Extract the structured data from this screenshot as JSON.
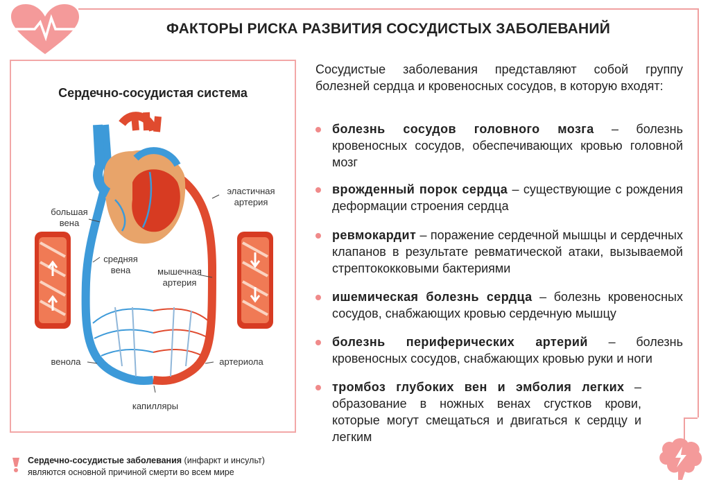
{
  "header": {
    "title": "ФАКТОРЫ РИСКА РАЗВИТИЯ СОСУДИСТЫХ ЗАБОЛЕВАНИЙ"
  },
  "diagram": {
    "title": "Сердечно-сосудистая система",
    "labels": {
      "big_vein": "большая\nвена",
      "mid_vein": "средняя\nвена",
      "elastic_artery": "эластичная\nартерия",
      "muscular_artery": "мышечная\nартерия",
      "venule": "венола",
      "arteriole": "артериола",
      "capillaries": "капилляры"
    }
  },
  "intro": "Сосудистые заболевания представляют собой группу болезней сердца и кровеносных сосудов, в которую входят:",
  "items": [
    {
      "term": "болезнь сосудов головного мозга",
      "desc": " – болезнь кровеносных сосудов, обеспечивающих кровью головной мозг"
    },
    {
      "term": "врожденный порок сердца",
      "desc": " – существующие с рождения деформации строения сердца"
    },
    {
      "term": "ревмокардит",
      "desc": " – поражение сердечной мышцы и сердечных клапанов в результате ревматической атаки, вызываемой стрептококковыми бактериями"
    },
    {
      "term": "ишемическая болезнь сердца",
      "desc": " – болезнь кровеносных сосудов, снабжающих кровью сердечную мышцу"
    },
    {
      "term": "болезнь периферических артерий",
      "desc": " – болезнь кровеносных сосудов, снабжающих кровью руки и ноги"
    },
    {
      "term": "тромбоз глубоких вен и эмболия легких",
      "desc": " – образование в ножных венах сгустков крови, которые могут смещаться и двигаться к сердцу и легким"
    }
  ],
  "footnote": {
    "bold": "Сердечно-сосудистые заболевания",
    "rest1": " (инфаркт и инсульт)",
    "rest2": "являются основной причиной смерти во всем мире"
  },
  "colors": {
    "accent": "#f08a8a",
    "artery": "#e04b2f",
    "vein": "#3d9ad9",
    "frame": "#f0a0a0"
  }
}
